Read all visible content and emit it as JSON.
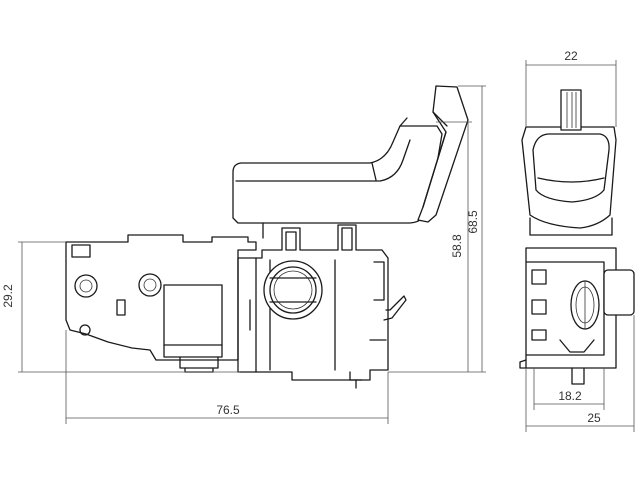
{
  "dimensions": {
    "total_width": "76.5",
    "body_height": "29.2",
    "height_to_trigger_base": "58.8",
    "total_height": "68.5",
    "side_top_width": "22",
    "side_mid_width": "18.2",
    "side_bottom_width": "25"
  },
  "colors": {
    "line": "#1a1a1a",
    "dimension": "#555555",
    "background": "#ffffff"
  }
}
